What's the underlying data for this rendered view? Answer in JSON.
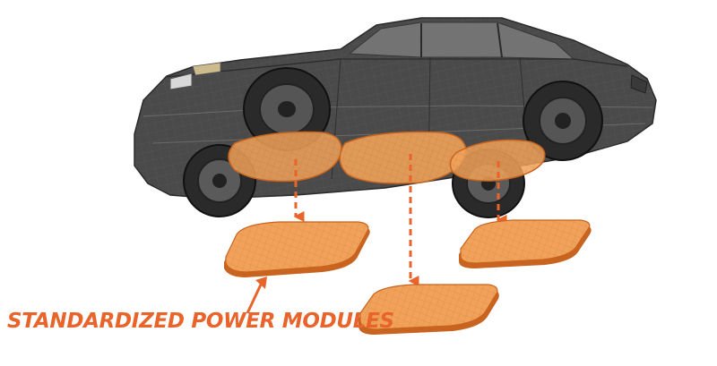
{
  "caption": "STANDARDIZED POWER MODULES",
  "colors": {
    "accent": "#e8642a",
    "module_fill": "#f0a25a",
    "module_edge": "#c8641f",
    "car_body": "#4a4a4a",
    "car_dark": "#2a2a2a",
    "wireframe": "#8a8a8a",
    "background": "#ffffff"
  },
  "icons": {
    "car": "wireframe-sedan-icon",
    "module": "battery-pack-module-icon",
    "arrow": "dashed-down-arrow-icon"
  },
  "modules": [
    {
      "name": "front-power-module"
    },
    {
      "name": "middle-power-module"
    },
    {
      "name": "rear-power-module"
    }
  ]
}
